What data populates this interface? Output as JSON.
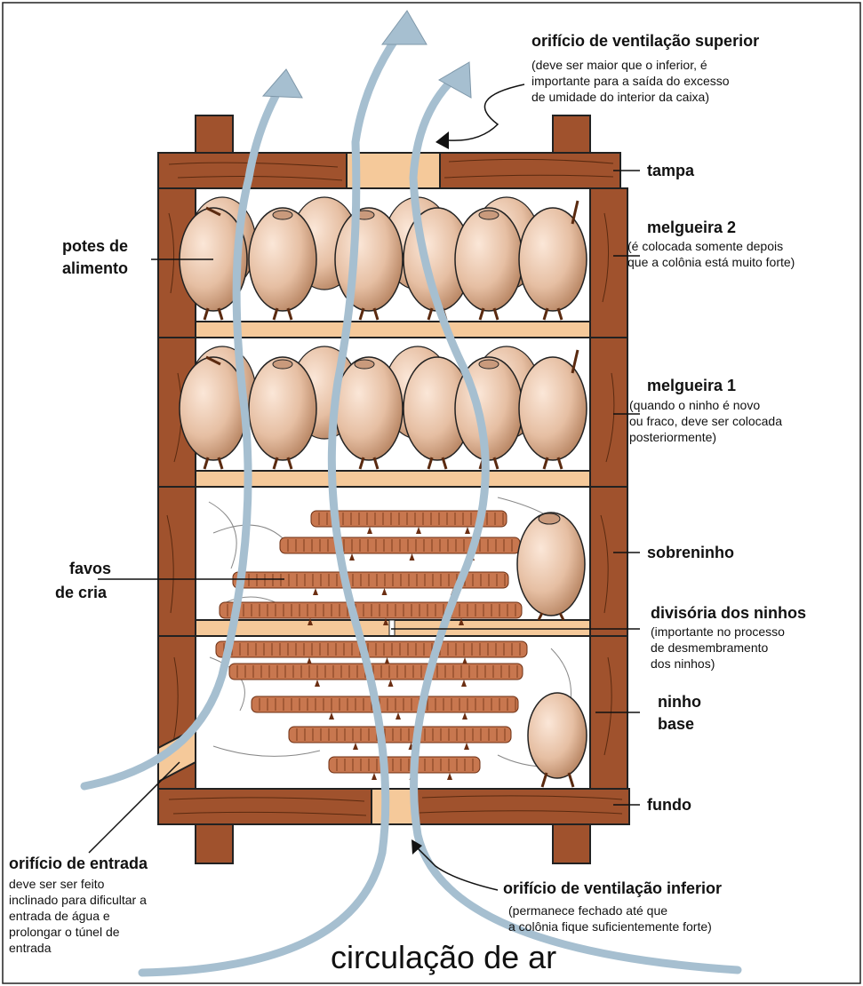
{
  "labels": {
    "superior_title": "orifício de ventilação superior",
    "superior_note": [
      "(deve ser maior que o inferior, é",
      "importante para a saída do excesso",
      "de umidade do interior da caixa)"
    ],
    "tampa": "tampa",
    "melgueira2_title": "melgueira 2",
    "melgueira2_note": [
      "(é colocada somente depois",
      "que a colônia está muito forte)"
    ],
    "potes": [
      "potes de",
      "alimento"
    ],
    "melgueira1_title": "melgueira 1",
    "melgueira1_note": [
      "(quando o ninho é novo",
      "ou fraco, deve ser colocada",
      "posteriormente)"
    ],
    "sobreninho": "sobreninho",
    "favos": [
      "favos",
      "de cria"
    ],
    "divisoria_title": "divisória dos ninhos",
    "divisoria_note": [
      "(importante no processo",
      "de desmembramento",
      "dos ninhos)"
    ],
    "ninho_base": [
      "ninho",
      "base"
    ],
    "fundo": "fundo",
    "entrada_title": "orifício de entrada",
    "entrada_note": [
      "deve ser ser feito",
      "inclinado para dificultar a",
      "entrada de água e",
      "prolongar o túnel de",
      "entrada"
    ],
    "inferior_title": "orifício de ventilação inferior",
    "inferior_note": [
      "(permanece fechado até que",
      "a colônia fique suficientemente forte)"
    ],
    "footer_title": "circulação de ar"
  },
  "colors": {
    "wood": "#a0522d",
    "wood_dark": "#5a2a10",
    "light_wood": "#f5c99a",
    "pot": "#e6bfa3",
    "pot_shade": "#c99a7c",
    "comb": "#c8774f",
    "air": "#a6bfd0"
  }
}
